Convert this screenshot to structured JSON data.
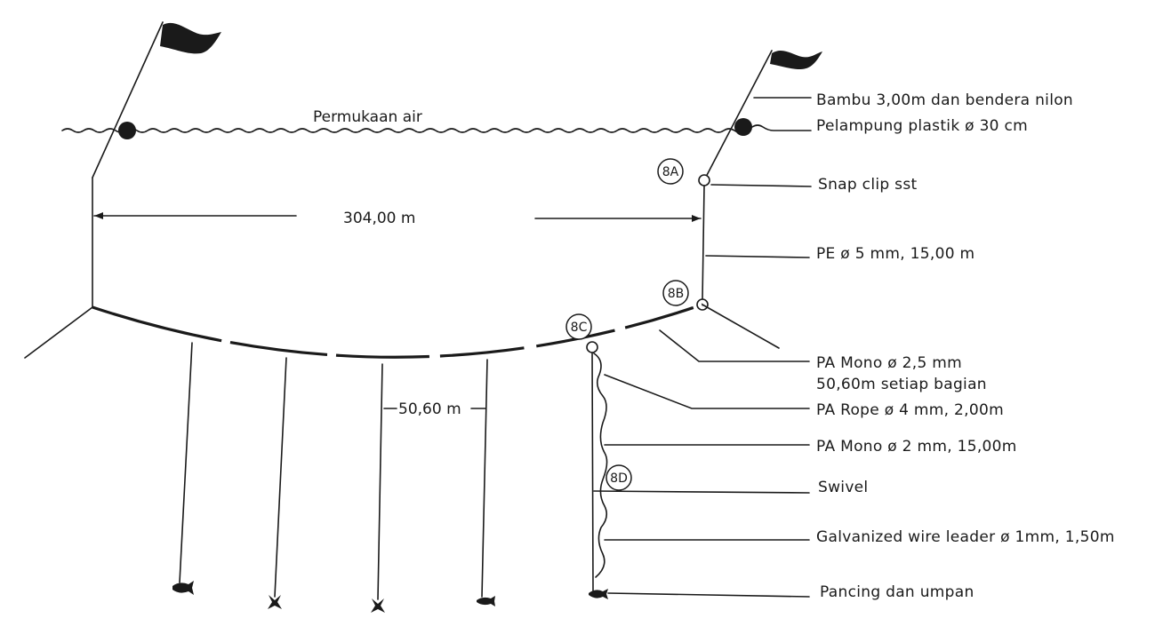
{
  "labels": {
    "surface": "Permukaan air",
    "span": "304,00 m",
    "branch_spacing": "50,60 m",
    "bamboo": "Bambu 3,00m  dan bendera nilon",
    "float": "Pelampung  plastik  ø 30 cm",
    "snap_clip": "Snap  clip  sst",
    "pe_line": "PE  ø 5 mm,  15,00 m",
    "mainline_1": "PA Mono ø  2,5 mm",
    "mainline_2": "50,60m  setiap  bagian",
    "pa_rope": "PA Rope  ø  4 mm,  2,00m",
    "pa_mono_branch": "PA  Mono  ø  2 mm, 15,00m",
    "swivel": "Swivel",
    "wire_leader": "Galvanized  wire  leader  ø  1mm,  1,50m",
    "hook_bait": "Pancing  dan  umpan"
  },
  "tags": {
    "a": "8A",
    "b": "8B",
    "c": "8C",
    "d": "8D"
  }
}
